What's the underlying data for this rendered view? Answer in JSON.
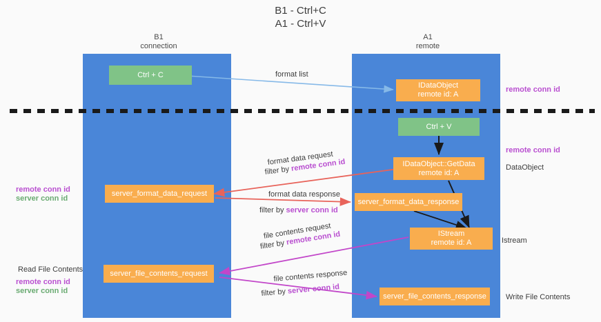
{
  "title": {
    "line1": "B1 - Ctrl+C",
    "line2": "A1 - Ctrl+V"
  },
  "lanes": [
    {
      "name": "B1",
      "sub": "connection"
    },
    {
      "name": "A1",
      "sub": "remote"
    }
  ],
  "boxes": {
    "ctrl_c": "Ctrl + C",
    "ctrl_v": "Ctrl + V",
    "idataobject_title": "IDataObject",
    "idataobject_sub": "remote id: A",
    "getdata_title": "IDataObject::GetData",
    "getdata_sub": "remote id: A",
    "istream_title": "IStream",
    "istream_sub": "remote id: A",
    "server_format_data_request": "server_format_data_request",
    "server_format_data_response": "server_format_data_response",
    "server_file_contents_request": "server_file_contents_request",
    "server_file_contents_response": "server_file_contents_response"
  },
  "flows": {
    "format_list": "format list",
    "format_data_request": "format data request",
    "format_data_response": "format data response",
    "file_contents_request": "file contents request",
    "file_contents_response": "file contents response",
    "filter_by": "filter by",
    "remote_conn_id": "remote conn id",
    "server_conn_id": "server conn id"
  },
  "side_labels": {
    "remote_conn_id_top": "remote conn id",
    "remote_conn_id_mid": "remote conn id",
    "dataobject": "DataObject",
    "istream": "Istream",
    "write_file_contents": "Write File Contents",
    "read_file_contents": "Read File Contents",
    "left_remote_conn_id_1": "remote conn id",
    "left_server_conn_id_1": "server conn id",
    "left_remote_conn_id_2": "remote conn id",
    "left_server_conn_id_2": "server conn id"
  },
  "colors": {
    "lane": "#4a86d8",
    "green_box": "#80c387",
    "orange_box": "#f9ad4e",
    "purple": "#b94fd0",
    "green_text": "#6aab72",
    "arrow_blue": "#86b9e8",
    "arrow_red": "#e8635a",
    "arrow_magenta": "#c246c9",
    "arrow_black": "#1a1a1a",
    "background": "#fafafa"
  }
}
